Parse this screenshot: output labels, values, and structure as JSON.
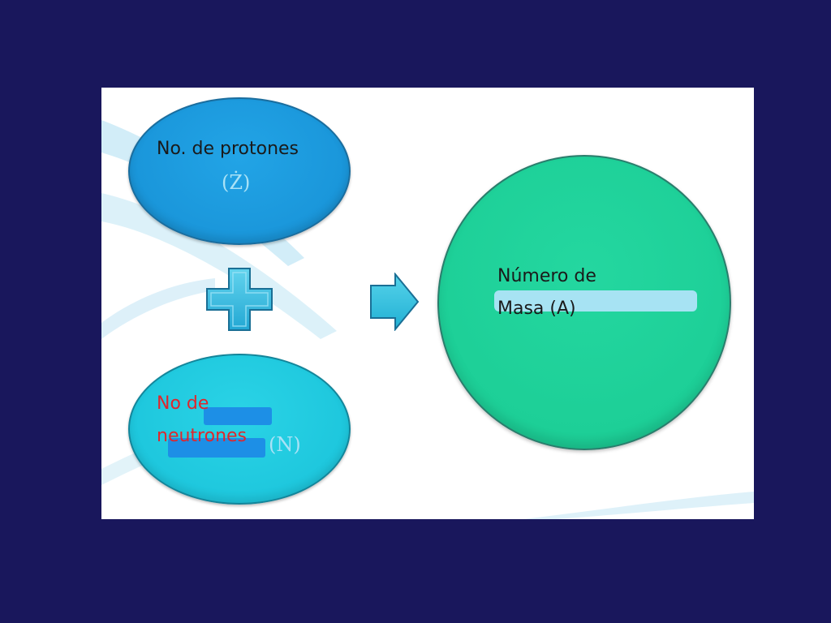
{
  "diagram": {
    "protons": {
      "label": "No. de protones",
      "symbol": "(Ż)"
    },
    "neutrons": {
      "label_line1": "No de",
      "label_line2": "neutrones",
      "symbol": "(N)"
    },
    "mass": {
      "label_line1": "Número de",
      "label_line2": "Masa (A)"
    },
    "operator_icon": "plus-icon",
    "result_icon": "arrow-right-icon"
  },
  "colors": {
    "background": "#19175c",
    "protons_fill": "#1a96da",
    "neutrons_fill": "#1ec7dd",
    "mass_fill": "#1dcf97",
    "neutrons_text": "#e0262c"
  }
}
